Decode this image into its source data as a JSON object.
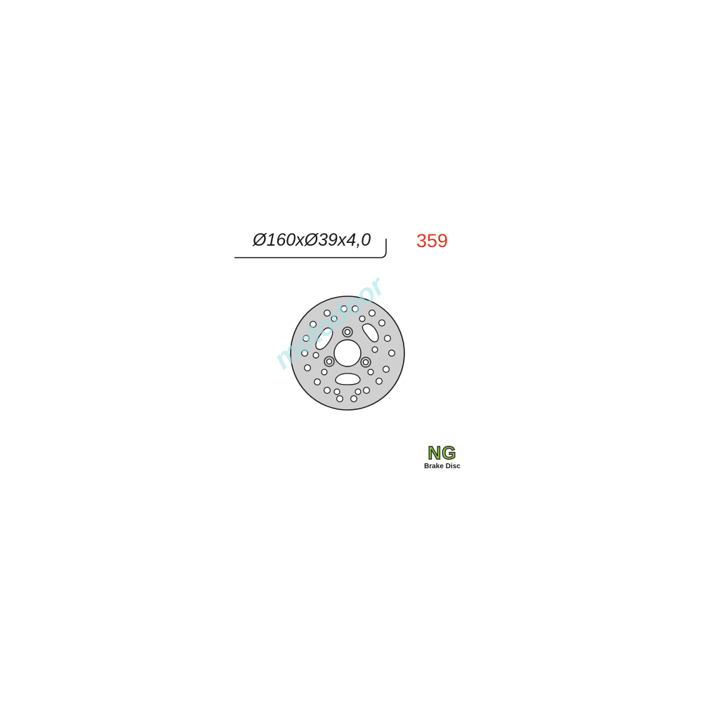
{
  "drawing": {
    "dimensions_label": "Ø160xØ39x4,0",
    "part_number": "359"
  },
  "watermark": {
    "text": "motodoor"
  },
  "logo": {
    "letters": "NG",
    "subtitle": "Brake Disc"
  },
  "colors": {
    "part_number": "#e03524",
    "disc_fill": "#d0d0d0",
    "outline": "#1a1a1a",
    "logo_green": "#8cc63f",
    "watermark": "#9fe3e8"
  }
}
